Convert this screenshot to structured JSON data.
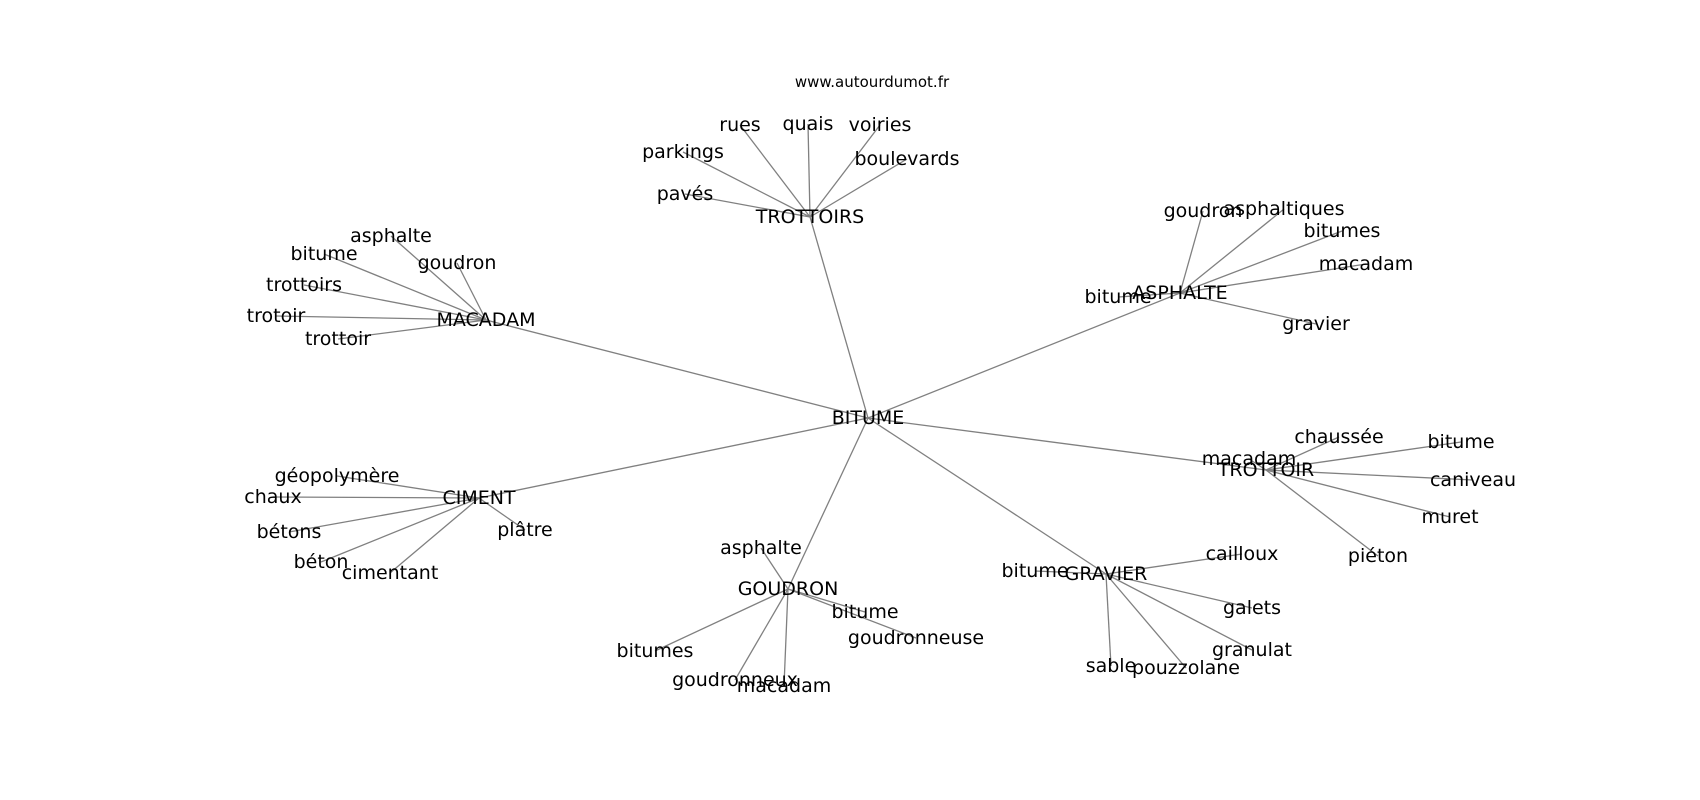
{
  "source": "www.autourdumot.fr",
  "center": "BITUME",
  "clusters": [
    {
      "hub": "TROTTOIRS",
      "leaves": [
        "rues",
        "quais",
        "voiries",
        "parkings",
        "boulevards",
        "pavés"
      ]
    },
    {
      "hub": "MACADAM",
      "leaves": [
        "asphalte",
        "bitume",
        "goudron",
        "trottoirs",
        "trotoir",
        "trottoir"
      ]
    },
    {
      "hub": "ASPHALTE",
      "leaves": [
        "goudron",
        "asphaltiques",
        "bitumes",
        "macadam",
        "bitume",
        "gravier"
      ]
    },
    {
      "hub": "CIMENT",
      "leaves": [
        "géopolymère",
        "chaux",
        "bétons",
        "béton",
        "cimentant",
        "plâtre"
      ]
    },
    {
      "hub": "TROTTOIR",
      "leaves": [
        "chaussée",
        "bitume",
        "macadam",
        "caniveau",
        "muret",
        "piéton"
      ]
    },
    {
      "hub": "GOUDRON",
      "leaves": [
        "asphalte",
        "bitume",
        "goudronneuse",
        "bitumes",
        "goudronneux",
        "macadam"
      ]
    },
    {
      "hub": "GRAVIER",
      "leaves": [
        "cailloux",
        "bitume",
        "galets",
        "granulat",
        "sable",
        "pouzzolane"
      ]
    }
  ]
}
